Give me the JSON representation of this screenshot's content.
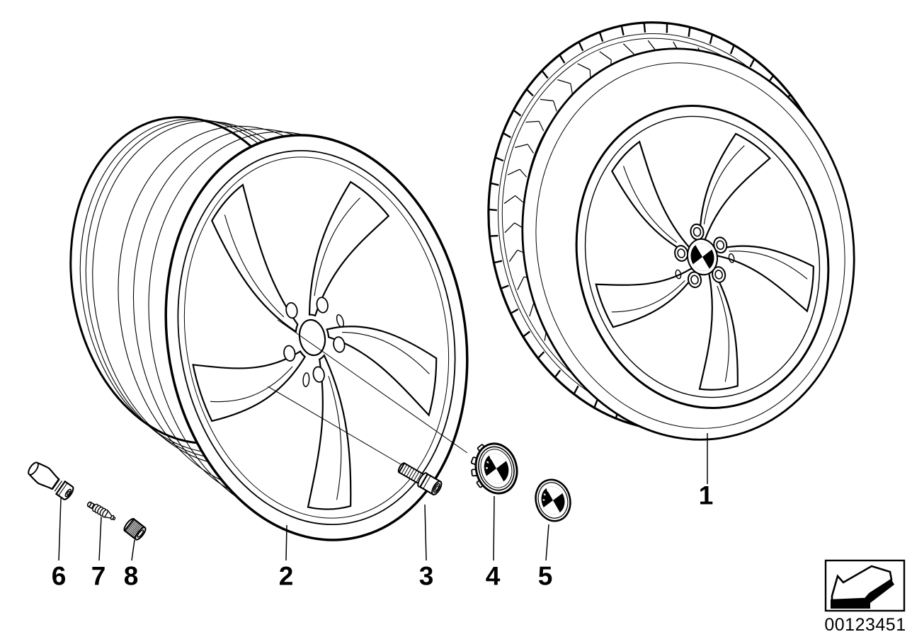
{
  "page": {
    "background": "#ffffff",
    "ink": "#000000"
  },
  "diagram": {
    "callouts": [
      {
        "label": "1"
      },
      {
        "label": "2"
      },
      {
        "label": "3"
      },
      {
        "label": "4"
      },
      {
        "label": "5"
      },
      {
        "label": "6"
      },
      {
        "label": "7"
      },
      {
        "label": "8"
      }
    ],
    "drawing_number": "00123451",
    "nav_icon": "page-back-arrow-icon"
  }
}
